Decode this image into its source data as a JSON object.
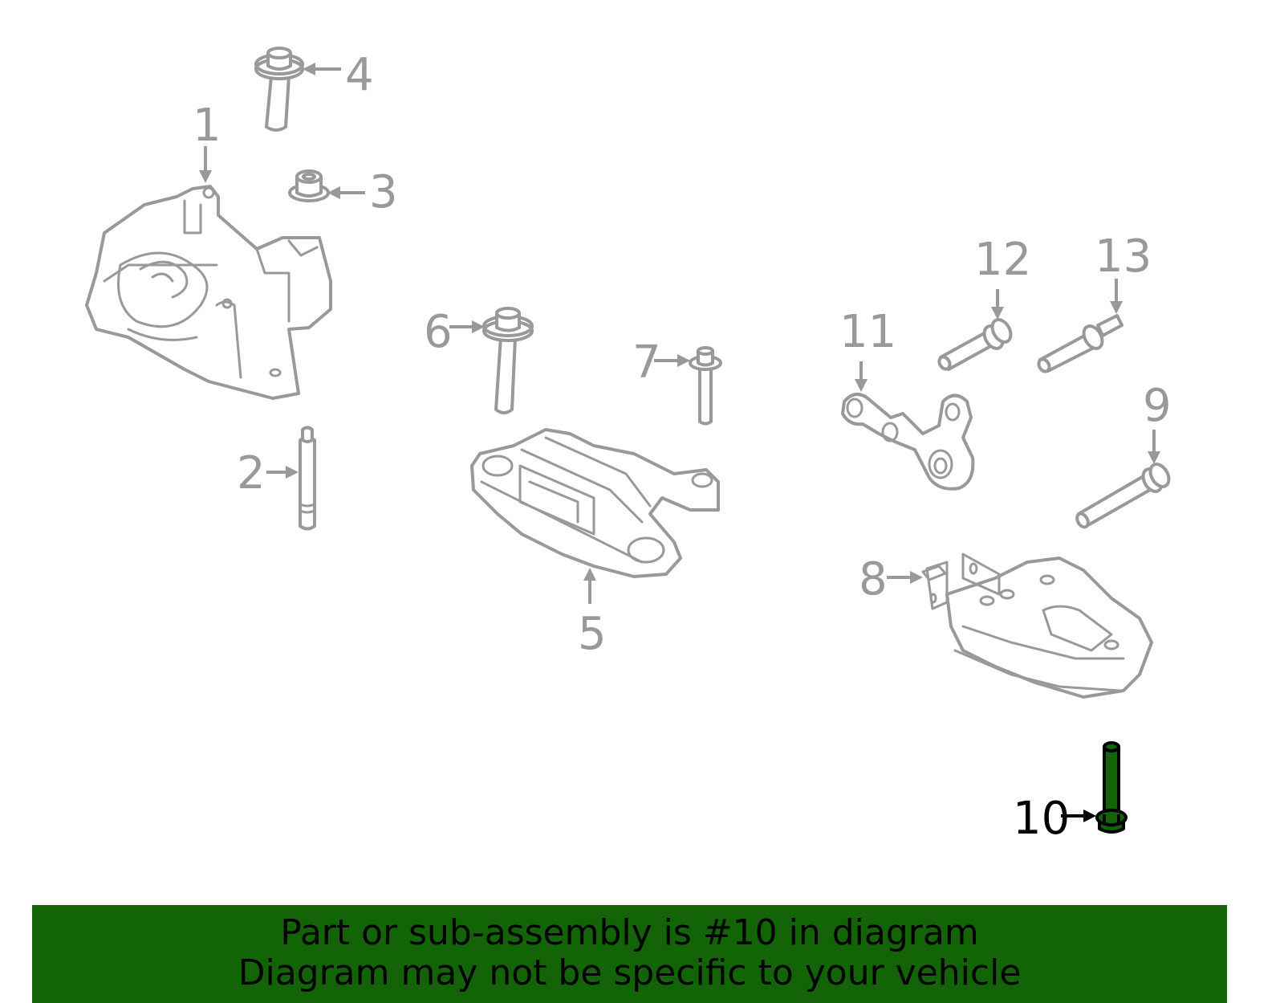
{
  "diagram": {
    "highlighted_part": "10",
    "colors": {
      "part_outline": "#999999",
      "highlight_fill": "#136307",
      "highlight_outline": "#000000",
      "banner_background": "#136307",
      "banner_text": "#000000"
    },
    "callouts": [
      {
        "number": "1",
        "part": "engine-mount-bracket"
      },
      {
        "number": "2",
        "part": "stud"
      },
      {
        "number": "3",
        "part": "nut"
      },
      {
        "number": "4",
        "part": "bolt"
      },
      {
        "number": "5",
        "part": "transmission-mount"
      },
      {
        "number": "6",
        "part": "bolt"
      },
      {
        "number": "7",
        "part": "bolt"
      },
      {
        "number": "8",
        "part": "mount-bracket"
      },
      {
        "number": "9",
        "part": "bolt"
      },
      {
        "number": "10",
        "part": "bolt",
        "highlighted": true
      },
      {
        "number": "11",
        "part": "torque-strut"
      },
      {
        "number": "12",
        "part": "bolt"
      },
      {
        "number": "13",
        "part": "stud-bolt"
      }
    ]
  },
  "banner": {
    "line1": "Part or sub-assembly is #10 in diagram",
    "line2": "Diagram may not be specific to your vehicle"
  }
}
